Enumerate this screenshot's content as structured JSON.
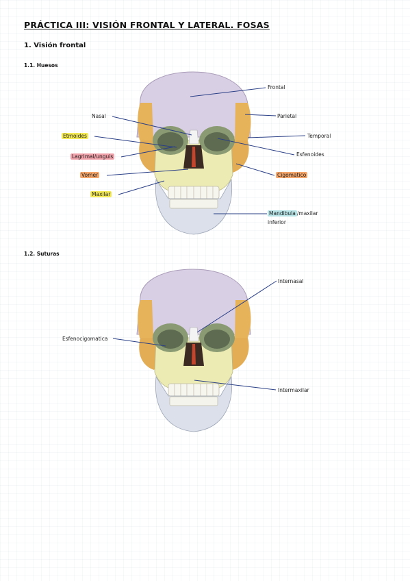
{
  "title": "PRÁCTICA III: VISIÓN FRONTAL Y LATERAL. FOSAS",
  "section": "1. Visión frontal",
  "subsections": {
    "huesos": "1.1. Huesos",
    "suturas": "1.2. Suturas"
  },
  "fig1_labels": {
    "frontal": "Frontal",
    "parietal": "Parietal",
    "temporal": "Temporal",
    "esfenoides": "Esfenoides",
    "cigomatico": "Cigomatico",
    "mandibula": "Mandibula",
    "maxilar_inferior": "/maxilar",
    "inferior": "inferior",
    "nasal": "Nasal",
    "etmoides": "Etmoides",
    "lagrimal": "Lagrimal/unguis",
    "vomer": "Vomer",
    "maxilar": "Maxilar"
  },
  "fig2_labels": {
    "internasal": "Internasal",
    "esfenocigomatica": "Esfenocigomatica",
    "intermaxilar": "Intermaxilar"
  },
  "colors": {
    "frontal": "#d9cfe4",
    "parietal_temporal": "#e7b35a",
    "maxilar": "#ecebb4",
    "mandibula": "#dbe0ea",
    "leader_line": "#2a3f86"
  }
}
